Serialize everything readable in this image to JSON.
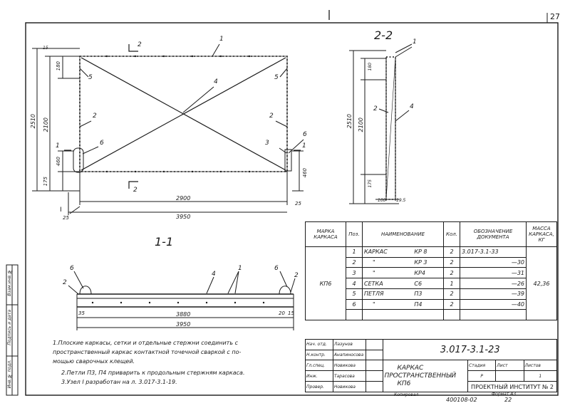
{
  "sheet": {
    "number": "27",
    "top_mark": "I"
  },
  "section_2_2_title": "2-2",
  "section_1_1_title": "1-1",
  "main_view": {
    "dims": {
      "overall_h": "2510",
      "mid_h": "2100",
      "low_h": "460",
      "base": "175",
      "top_off": "15",
      "top_h": "180",
      "inner_w": "2900",
      "overall_w": "3950",
      "right_h": "460",
      "right_off": "25"
    },
    "cut_marks": {
      "a": "2",
      "b": "1",
      "c": "2",
      "d": "1"
    },
    "callouts": {
      "c1": "1",
      "c2": "2",
      "c3": "2",
      "c4": "4",
      "c5": "5",
      "c5b": "5",
      "c6": "6",
      "c6b": "6",
      "c3b": "3",
      "c2b": "2"
    },
    "node": "I",
    "node_dim": "25"
  },
  "section_2_2": {
    "dims": {
      "h": "2510",
      "mid": "2100",
      "top": "180",
      "base": "175",
      "bot1": "100",
      "bot2": "19.5"
    },
    "callouts": {
      "c1": "1",
      "c2": "2",
      "c4": "4"
    }
  },
  "section_1_1": {
    "dims": {
      "inner": "3880",
      "overall": "3950",
      "left": "35",
      "r1": "20",
      "r2": "15"
    },
    "callouts": {
      "c2": "2",
      "c6": "6",
      "c4": "4",
      "c1": "1",
      "c6b": "6",
      "c2b": "2"
    }
  },
  "spec_table": {
    "headers": {
      "mark": "МАРКА КАРКАСА",
      "pos": "Поз.",
      "name": "НАИМЕНОВАНИЕ",
      "qty": "Кол.",
      "doc": "ОБОЗНАЧЕНИЕ ДОКУМЕНТА",
      "mass": "МАССА КАРКАСА, КГ"
    },
    "mark": "КП6",
    "mass": "42,36",
    "rows": [
      {
        "pos": "1",
        "name": "КАРКАС",
        "type": "КР 8",
        "qty": "2",
        "doc": "3.017-3.1-33"
      },
      {
        "pos": "2",
        "name": "\"",
        "type": "КР 3",
        "qty": "2",
        "doc": "—30"
      },
      {
        "pos": "3",
        "name": "\"",
        "type": "КР4",
        "qty": "2",
        "doc": "—31"
      },
      {
        "pos": "4",
        "name": "СЕТКА",
        "type": "С6",
        "qty": "1",
        "doc": "—26"
      },
      {
        "pos": "5",
        "name": "ПЕТЛЯ",
        "type": "П3",
        "qty": "2",
        "doc": "—39"
      },
      {
        "pos": "6",
        "name": "\"",
        "type": "П4",
        "qty": "2",
        "doc": "—40"
      }
    ]
  },
  "notes": {
    "n1a": "1.Плоские каркасы, сетки и отдельные стержни соединить с",
    "n1b": "пространственный каркас контактной точечной сваркой с по-",
    "n1c": "мощью сварочных клещей.",
    "n2": "2.Петли П3, П4 приварить к продольным стержням каркаса.",
    "n3": "3.Узел I разработан на л. 3.017-3.1-19."
  },
  "side_stamp": {
    "a": "Инв.№ подл.",
    "b": "Подпись и дата",
    "c": "Взам.инв.№"
  },
  "stamp": {
    "roles": [
      {
        "role": "Нач. отд.",
        "name": "Лазунов"
      },
      {
        "role": "Н.контр.",
        "name": "Анапиносова"
      },
      {
        "role": "Гл.спец.",
        "name": "Новикова"
      },
      {
        "role": "Инж.",
        "name": "Тарасова"
      },
      {
        "role": "Провер.",
        "name": "Новикова"
      }
    ],
    "code": "3.017-3.1-23",
    "title_a": "КАРКАС",
    "title_b": "ПРОСТРАНСТВЕННЫЙ",
    "title_c": "КП6",
    "stage_h": "Стадия",
    "sheet_h": "Лист",
    "sheets_h": "Листов",
    "stage": "Р",
    "sheets": "1",
    "org": "ПРОЕКТНЫЙ ИНСТИТУТ № 2",
    "copied": "Копировал",
    "inv": "400108-02",
    "sheet_no": "22",
    "format": "Формат А3"
  }
}
